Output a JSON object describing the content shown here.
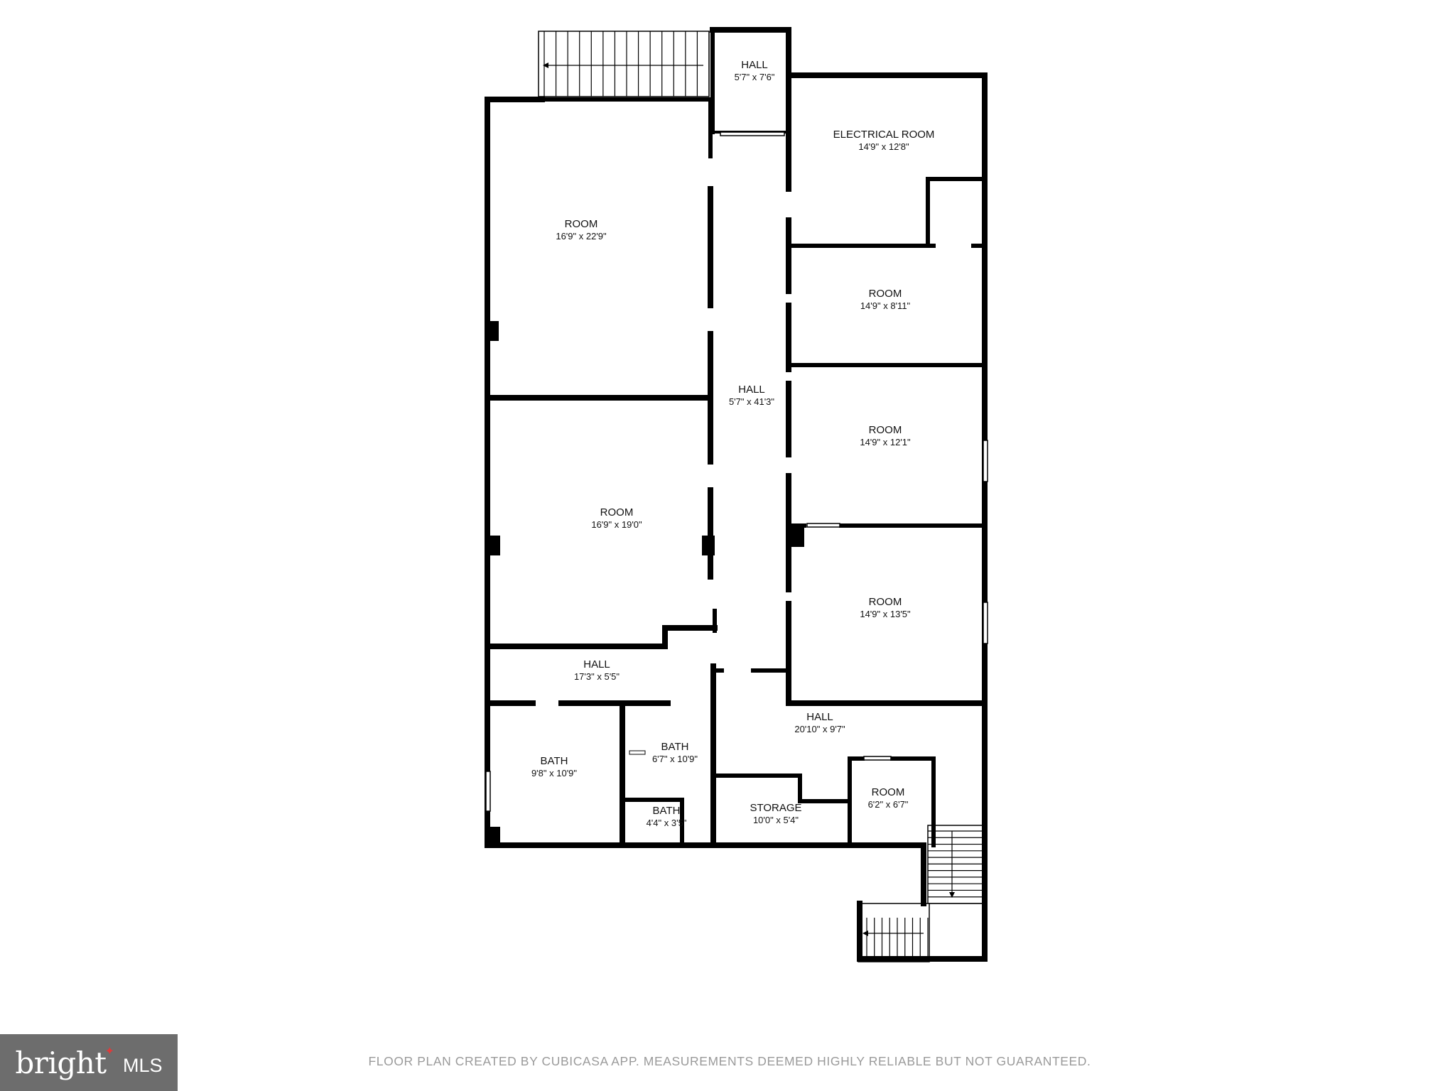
{
  "rooms": [
    {
      "id": "hall-top",
      "name": "HALL",
      "dims": "5'7\" x 7'6\""
    },
    {
      "id": "electrical-room",
      "name": "ELECTRICAL ROOM",
      "dims": "14'9\" x 12'8\""
    },
    {
      "id": "room-1",
      "name": "ROOM",
      "dims": "16'9\" x 22'9\""
    },
    {
      "id": "room-2",
      "name": "ROOM",
      "dims": "14'9\" x 8'11\""
    },
    {
      "id": "hall-main",
      "name": "HALL",
      "dims": "5'7\" x 41'3\""
    },
    {
      "id": "room-3",
      "name": "ROOM",
      "dims": "14'9\" x 12'1\""
    },
    {
      "id": "room-4",
      "name": "ROOM",
      "dims": "16'9\" x 19'0\""
    },
    {
      "id": "room-5",
      "name": "ROOM",
      "dims": "14'9\" x 13'5\""
    },
    {
      "id": "hall-west",
      "name": "HALL",
      "dims": "17'3\" x 5'5\""
    },
    {
      "id": "hall-south",
      "name": "HALL",
      "dims": "20'10\" x 9'7\""
    },
    {
      "id": "bath-1",
      "name": "BATH",
      "dims": "6'7\" x 10'9\""
    },
    {
      "id": "bath-2",
      "name": "BATH",
      "dims": "9'8\" x 10'9\""
    },
    {
      "id": "room-6",
      "name": "ROOM",
      "dims": "6'2\" x 6'7\""
    },
    {
      "id": "storage",
      "name": "STORAGE",
      "dims": "10'0\" x 5'4\""
    },
    {
      "id": "bath-3",
      "name": "BATH",
      "dims": "4'4\" x 3'5\""
    }
  ],
  "footer": {
    "disclaimer": "FLOOR PLAN CREATED BY CUBICASA APP. MEASUREMENTS DEEMED HIGHLY RELIABLE BUT NOT GUARANTEED."
  },
  "brand": {
    "wordmark": "bright",
    "suffix": "MLS"
  },
  "colors": {
    "wall": "#000000",
    "background": "#ffffff",
    "disclaimer_text": "#9a9a9a",
    "brand_bg": "#6d6d6d",
    "brand_accent": "#e03a3a"
  }
}
